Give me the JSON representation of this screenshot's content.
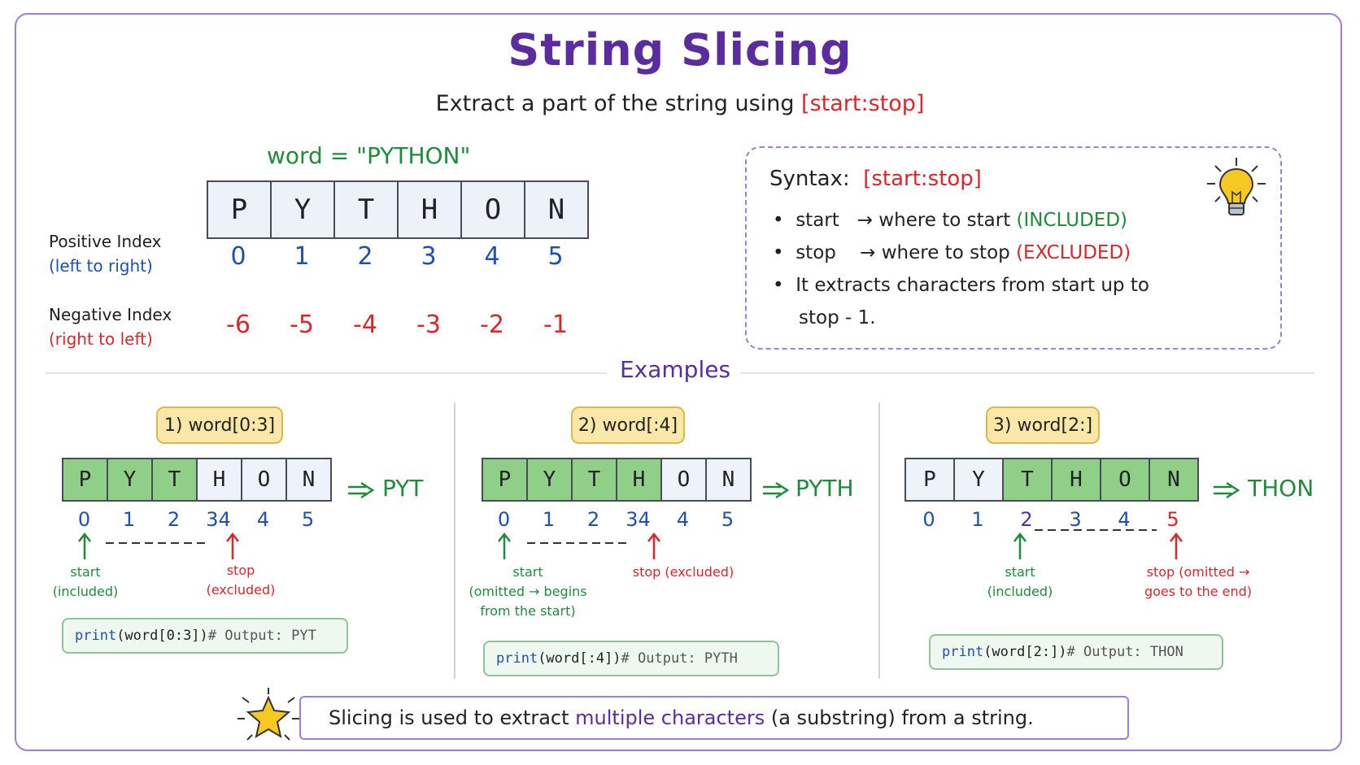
{
  "title": "String Slicing",
  "subtitle": {
    "text": "Extract a part of the string using ",
    "highlight": "[start:stop]"
  },
  "word_definition": "word = \"PYTHON\"",
  "letters": [
    "P",
    "Y",
    "T",
    "H",
    "O",
    "N"
  ],
  "positive_index": {
    "label": "Positive Index",
    "sublabel": "(left to right)",
    "values": [
      "0",
      "1",
      "2",
      "3",
      "4",
      "5"
    ]
  },
  "negative_index": {
    "label": "Negative Index",
    "sublabel": "(right to left)",
    "values": [
      "-6",
      "-5",
      "-4",
      "-3",
      "-2",
      "-1"
    ]
  },
  "syntax": {
    "label": "Syntax:",
    "form": "[start:stop]",
    "items": [
      {
        "term": "start",
        "arrow": "→ where to start",
        "tag": "(INCLUDED)"
      },
      {
        "term": "stop",
        "arrow": "→ where to stop",
        "tag": "(EXCLUDED)"
      }
    ],
    "note_line1": "It extracts characters from start up to",
    "note_line2": "stop - 1."
  },
  "examples_title": "Examples",
  "examples": [
    {
      "badge": "1) word[0:3]",
      "highlight": [
        0,
        1,
        2
      ],
      "result": "PYT",
      "indices": [
        "0",
        "1",
        "2",
        "34",
        "4",
        "5"
      ],
      "start_label": [
        "start",
        "(included)"
      ],
      "stop_label": [
        "stop",
        "(excluded)"
      ],
      "code_fn": "print",
      "code_args": "(word[0:3])",
      "code_comment": "# Output: PYT"
    },
    {
      "badge": "2) word[:4]",
      "highlight": [
        0,
        1,
        2,
        3
      ],
      "result": "PYTH",
      "indices": [
        "0",
        "1",
        "2",
        "34",
        "4",
        "5"
      ],
      "start_label": [
        "start",
        "(omitted → begins",
        "from the start)"
      ],
      "stop_label": [
        "stop (excluded)"
      ],
      "code_fn": "print",
      "code_args": "(word[:4])",
      "code_comment": "# Output: PYTH"
    },
    {
      "badge": "3) word[2:]",
      "highlight": [
        2,
        3,
        4,
        5
      ],
      "result": "THON",
      "indices": [
        "0",
        "1",
        "2",
        "3",
        "4",
        "5"
      ],
      "start_label": [
        "start",
        "(included)"
      ],
      "stop_label": [
        "stop (omitted →",
        "goes to the end)"
      ],
      "code_fn": "print",
      "code_args": "(word[2:])",
      "code_comment": "# Output: THON"
    }
  ],
  "footer": {
    "before": "Slicing is used to extract ",
    "highlight": "multiple characters",
    "after": " (a substring) from a string."
  },
  "colors": {
    "title": "#5a2ca0",
    "frame": "#a17fd0",
    "positive": "#1f4fb0",
    "negative": "#d9262b",
    "included": "#1e8c3a",
    "excluded": "#d9262b",
    "highlight_cell": "#8fcf88",
    "badge": "#fbe7a8"
  },
  "icons": [
    "lightbulb-icon",
    "star-icon",
    "arrow-up-icon",
    "double-arrow-right-icon"
  ]
}
